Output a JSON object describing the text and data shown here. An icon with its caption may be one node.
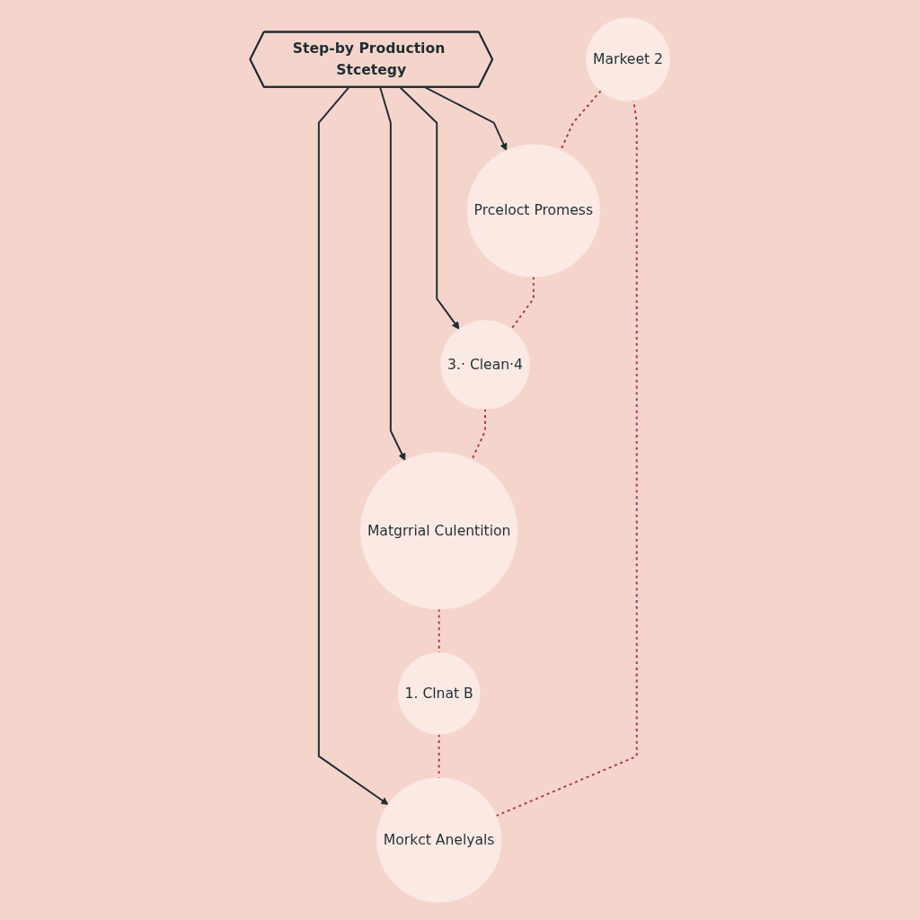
{
  "diagram": {
    "nodes": [
      {
        "text": [
          "Markeet 2"
        ]
      },
      {
        "text": [
          "Morkct Anelyals"
        ]
      },
      {
        "text": [
          "Prceloct Promess"
        ]
      },
      {
        "text": [
          "Step-by Production Stcetegy"
        ]
      },
      {
        "text": [
          "1. Clnat B"
        ]
      },
      {
        "text": [
          "3.· Clean·4"
        ]
      },
      {
        "text": [
          "Matgrrial Culentition"
        ]
      }
    ],
    "edges": [
      {
        "from": 3,
        "to": 1,
        "arrow": "to",
        "color": "#1f2d33"
      },
      {
        "from": 3,
        "to": 2,
        "arrow": "to",
        "color": "#1f2d33"
      },
      {
        "from": 3,
        "to": 5,
        "arrow": "to",
        "color": "#1f2d33"
      },
      {
        "from": 3,
        "to": 6,
        "arrow": "to",
        "color": "#1f2d33"
      },
      {
        "from": 1,
        "to": 0,
        "arrow": "none",
        "style": "dashed",
        "color": "#b03040"
      },
      {
        "from": 0,
        "to": 2,
        "arrow": "none",
        "style": "dashed",
        "color": "#b03040"
      },
      {
        "from": 2,
        "to": 5,
        "arrow": "none",
        "style": "dashed",
        "color": "#b03040"
      },
      {
        "from": 5,
        "to": 6,
        "arrow": "none",
        "style": "dashed",
        "color": "#b03040"
      },
      {
        "from": 6,
        "to": 4,
        "arrow": "none",
        "style": "dashed",
        "color": "#b03040"
      },
      {
        "from": 4,
        "to": 1,
        "arrow": "none",
        "style": "dashed",
        "color": "#b03040"
      }
    ]
  }
}
